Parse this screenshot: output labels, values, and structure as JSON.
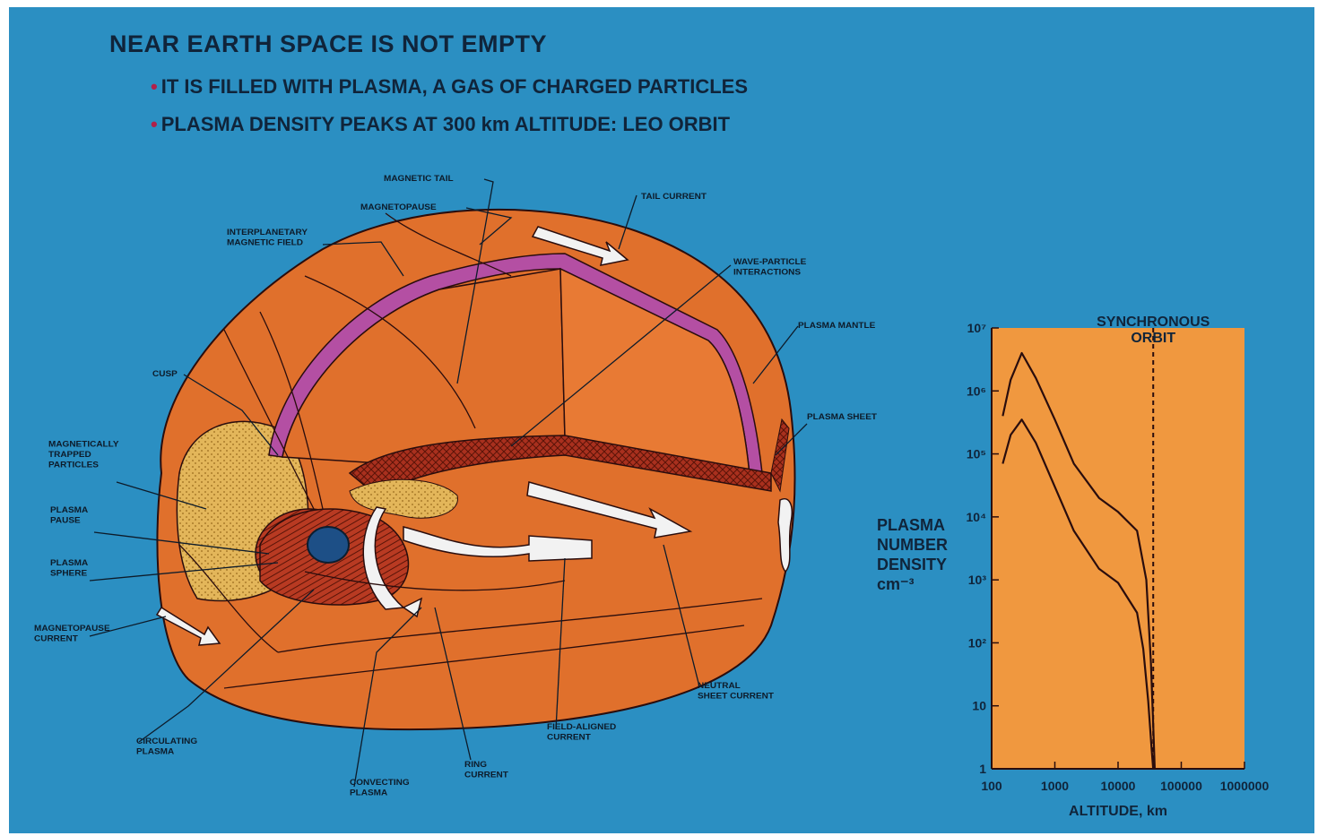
{
  "slide": {
    "title": "NEAR EARTH SPACE IS NOT EMPTY",
    "bullets": [
      "IT IS FILLED WITH PLASMA, A GAS OF CHARGED PARTICLES",
      "PLASMA DENSITY PEAKS AT 300 km ALTITUDE: LEO ORBIT"
    ]
  },
  "diagram_labels": {
    "magnetic_tail": "MAGNETIC TAIL",
    "magnetopause": "MAGNETOPAUSE",
    "tail_current": "TAIL CURRENT",
    "interplanetary_magnetic_field": [
      "INTERPLANETARY",
      "MAGNETIC FIELD"
    ],
    "wave_particle_interactions": [
      "WAVE-PARTICLE",
      "INTERACTIONS"
    ],
    "plasma_mantle": "PLASMA MANTLE",
    "cusp": "CUSP",
    "plasma_sheet": "PLASMA SHEET",
    "magnetically_trapped_particles": [
      "MAGNETICALLY",
      "TRAPPED",
      "PARTICLES"
    ],
    "plasma_pause": [
      "PLASMA",
      "PAUSE"
    ],
    "plasma_sphere": [
      "PLASMA",
      "SPHERE"
    ],
    "magnetopause_current": [
      "MAGNETOPAUSE",
      "CURRENT"
    ],
    "neutral_sheet_current": [
      "NEUTRAL",
      "SHEET CURRENT"
    ],
    "field_aligned_current": [
      "FIELD-ALIGNED",
      "CURRENT"
    ],
    "circulating_plasma": [
      "CIRCULATING",
      "PLASMA"
    ],
    "ring_current": [
      "RING",
      "CURRENT"
    ],
    "convecting_plasma": [
      "CONVECTING",
      "PLASMA"
    ]
  },
  "chart_data": {
    "type": "line",
    "xscale": "log",
    "yscale": "log",
    "xlim": [
      100,
      1000000
    ],
    "ylim": [
      1,
      10000000
    ],
    "x_ticks": [
      "100",
      "1000",
      "10000",
      "100000",
      "1000000"
    ],
    "y_ticks": [
      "1",
      "10",
      "10²",
      "10³",
      "10⁴",
      "10⁵",
      "10⁶",
      "10⁷"
    ],
    "xlabel": "ALTITUDE, km",
    "ylabel": [
      "PLASMA",
      "NUMBER",
      "DENSITY",
      "cm⁻³"
    ],
    "annotation": [
      "SYNCHRONOUS",
      "ORBIT"
    ],
    "annotation_x": 36000,
    "series": [
      {
        "x": [
          150,
          200,
          300,
          500,
          1000,
          2000,
          5000,
          10000,
          20000,
          28000,
          33000,
          36000,
          38000
        ],
        "y": [
          400000,
          1500000,
          4000000,
          1600000,
          350000,
          70000,
          20000,
          12000,
          6000,
          1000,
          50,
          5,
          1
        ]
      },
      {
        "x": [
          150,
          200,
          300,
          500,
          1000,
          2000,
          5000,
          10000,
          20000,
          25000,
          30000,
          34000,
          36000
        ],
        "y": [
          70000,
          200000,
          350000,
          150000,
          30000,
          6000,
          1500,
          900,
          300,
          80,
          12,
          2,
          1
        ]
      }
    ],
    "colors": {
      "background": "#f0983f",
      "line": "#2a0d0d",
      "ref_line": "#2a0d0d"
    }
  }
}
